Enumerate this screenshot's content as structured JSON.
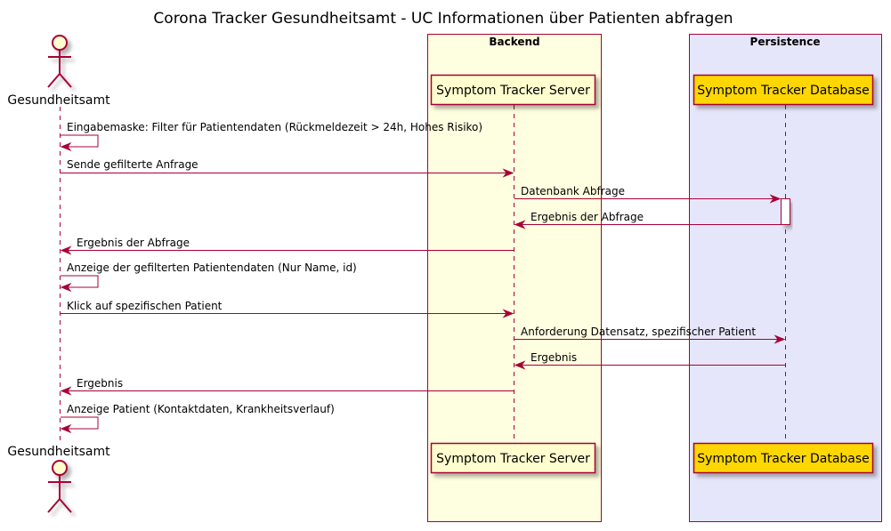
{
  "title": "Corona Tracker Gesundheitsamt - UC Informationen über Patienten abfragen",
  "colors": {
    "line": "#A80036",
    "actor_fill": "#FEFECE",
    "backend_box": "#FEFEE0",
    "persistence_box": "#E6E6FA",
    "server_fill": "#FEFECE",
    "database_fill": "#FFD700"
  },
  "boxes": {
    "backend": "Backend",
    "persistence": "Persistence"
  },
  "participants": {
    "actor": "Gesundheitsamt",
    "server": "Symptom Tracker Server",
    "database": "Symptom Tracker Database"
  },
  "messages": [
    "Eingabemaske: Filter für Patientendaten (Rückmeldezeit > 24h, Hohes Risiko)",
    "Sende gefilterte Anfrage",
    "Datenbank Abfrage",
    "Ergebnis der Abfrage",
    "Ergebnis der Abfrage",
    "Anzeige der gefilterten Patientendaten (Nur Name, id)",
    "Klick auf spezifischen Patient",
    "Anforderung Datensatz, spezifischer Patient",
    "Ergebnis",
    "Ergebnis",
    "Anzeige Patient (Kontaktdaten, Krankheitsverlauf)"
  ]
}
